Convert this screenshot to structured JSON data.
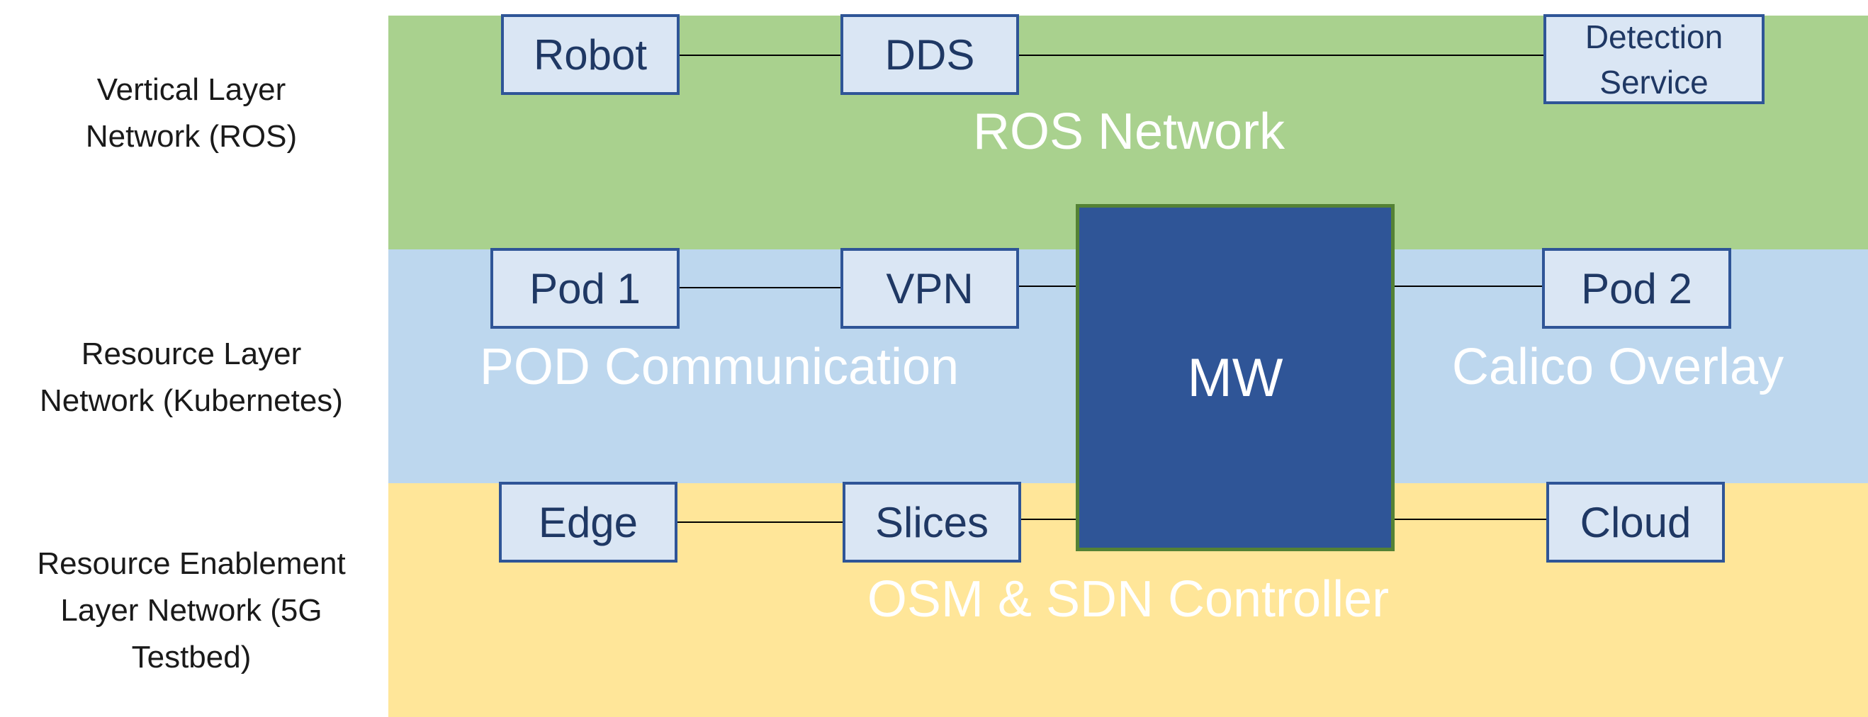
{
  "layers": [
    {
      "label": "Vertical Layer\nNetwork (ROS)"
    },
    {
      "label": "Resource  Layer\nNetwork (Kubernetes)"
    },
    {
      "label": "Resource Enablement\nLayer Network (5G\nTestbed)"
    }
  ],
  "bands": {
    "ros": {
      "title": "ROS Network",
      "color": "#a9d18e"
    },
    "k8s": {
      "title_left": "POD Communication",
      "title_right": "Calico Overlay",
      "color": "#bdd7ee"
    },
    "fiveg": {
      "title": "OSM & SDN Controller",
      "color": "#ffe699"
    }
  },
  "nodes": {
    "robot": "Robot",
    "dds": "DDS",
    "detection": "Detection\nService",
    "pod1": "Pod 1",
    "vpn": "VPN",
    "pod2": "Pod 2",
    "edge": "Edge",
    "slices": "Slices",
    "cloud": "Cloud",
    "mw": "MW"
  },
  "colors": {
    "node_fill": "#dae6f4",
    "node_border": "#2f5597",
    "mw_fill": "#2f5597",
    "mw_border": "#548235",
    "node_text": "#1f3864"
  }
}
